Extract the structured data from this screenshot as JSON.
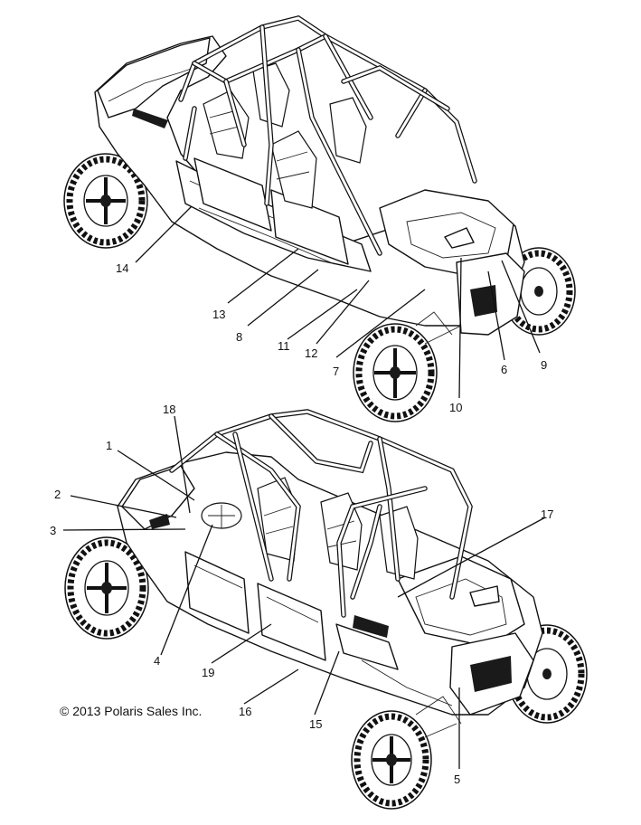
{
  "diagram": {
    "copyright": "© 2013 Polaris Sales Inc.",
    "callouts_top": [
      "14",
      "13",
      "8",
      "11",
      "12",
      "7",
      "10",
      "6",
      "9"
    ],
    "callouts_bottom": [
      "18",
      "1",
      "2",
      "3",
      "4",
      "19",
      "16",
      "15",
      "5",
      "17"
    ]
  },
  "colors": {
    "line": "#111111",
    "background": "#ffffff"
  }
}
